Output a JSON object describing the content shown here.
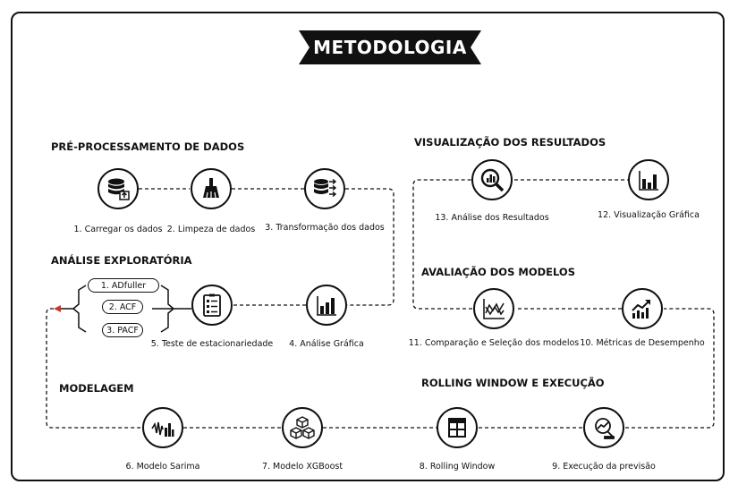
{
  "title": "METODOLOGIA",
  "sections": {
    "preprocessing": "PRÉ-PROCESSAMENTO DE DADOS",
    "exploratory": "ANÁLISE EXPLORATÓRIA",
    "modeling": "MODELAGEM",
    "visualization": "VISUALIZAÇÃO DOS RESULTADOS",
    "evaluation": "AVALIAÇÃO DOS MODELOS",
    "rolling": "ROLLING WINDOW E EXECUÇÃO"
  },
  "steps": {
    "s1": {
      "label": "1. Carregar os dados",
      "icon": "database-upload-icon"
    },
    "s2": {
      "label": "2. Limpeza de dados",
      "icon": "broom-icon"
    },
    "s3": {
      "label": "3. Transformação dos dados",
      "icon": "database-transform-icon"
    },
    "s4": {
      "label": "4. Análise Gráfica",
      "icon": "bar-chart-icon"
    },
    "s5": {
      "label": "5. Teste de estacionariedade",
      "icon": "checklist-icon"
    },
    "s6": {
      "label": "6. Modelo Sarima",
      "icon": "waveform-chart-icon"
    },
    "s7": {
      "label": "7. Modelo  XGBoost",
      "icon": "cubes-icon"
    },
    "s8": {
      "label": "8. Rolling Window",
      "icon": "window-grid-icon"
    },
    "s9": {
      "label": "9. Execução da previsão",
      "icon": "forecast-search-icon"
    },
    "s10": {
      "label": "10. Métricas de Desempenho",
      "icon": "trend-up-icon"
    },
    "s11": {
      "label": "11. Comparação e Seleção dos modelos",
      "icon": "line-compare-icon"
    },
    "s12": {
      "label": "12. Visualização Gráfica",
      "icon": "bar-chart-icon"
    },
    "s13": {
      "label": "13. Análise dos Resultados",
      "icon": "magnifier-chart-icon"
    }
  },
  "tests": [
    "1. ADfuller",
    "2. ACF",
    "3. PACF"
  ]
}
